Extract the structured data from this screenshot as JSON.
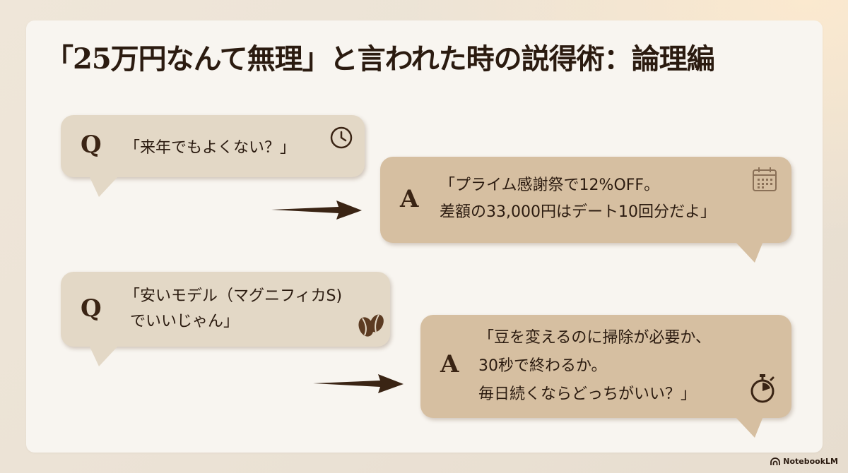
{
  "slide": {
    "title": "「25万円なんて無理」と言われた時の説得術：論理編"
  },
  "pairs": [
    {
      "question": {
        "letter": "Q",
        "text": "「来年でもよくない？」",
        "icon": "clock-icon"
      },
      "answer": {
        "letter": "A",
        "lines": [
          "「プライム感謝祭で12%OFF。",
          "差額の33,000円はデート10回分だよ」"
        ],
        "icon": "calendar-icon"
      }
    },
    {
      "question": {
        "letter": "Q",
        "lines": [
          "「安いモデル（マグニフィカS)",
          "でいいじゃん」"
        ],
        "icon": "coffee-beans-icon"
      },
      "answer": {
        "letter": "A",
        "lines": [
          "「豆を変えるのに掃除が必要か、",
          "30秒で終わるか。",
          "毎日続くならどっちがいい？」"
        ],
        "icon": "stopwatch-icon"
      }
    }
  ],
  "colors": {
    "question_bubble": "#e3d8c6",
    "answer_bubble": "#d6bfa1",
    "text": "#2b1b10",
    "arrow": "#3a2414"
  },
  "branding": {
    "label": "NotebookLM",
    "icon": "notebooklm-logo-icon"
  }
}
